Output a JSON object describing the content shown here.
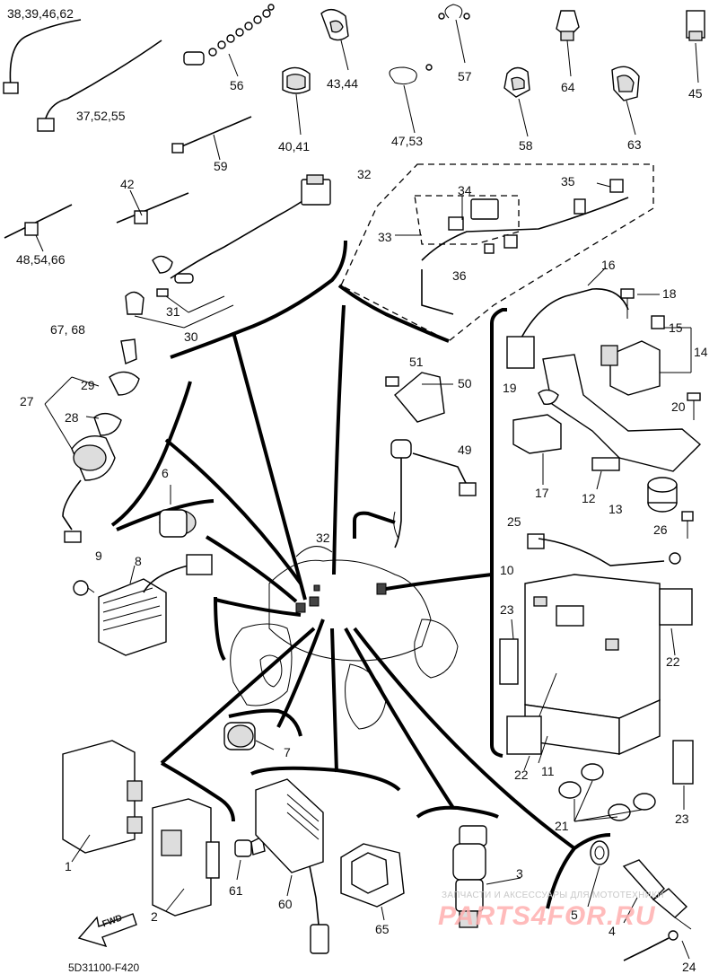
{
  "diagram_code": "5D31100-F420",
  "direction_arrow": "FWD",
  "watermark": {
    "line1": "ЗАПЧАСТИ И АКСЕССУАРЫ ДЛЯ МОТОТЕХНИКИ",
    "line2": "PARTS4FOR.RU"
  },
  "callouts": [
    "38,39,46,62",
    "37,52,55",
    "56",
    "43,44",
    "57",
    "64",
    "45",
    "40,41",
    "47,53",
    "58",
    "63",
    "59",
    "42",
    "48,54,66",
    "32",
    "34",
    "35",
    "33",
    "36",
    "31",
    "30",
    "16",
    "18",
    "15",
    "14",
    "67, 68",
    "29",
    "27",
    "28",
    "51",
    "50",
    "19",
    "20",
    "49",
    "17",
    "12",
    "13",
    "6",
    "26",
    "25",
    "9",
    "8",
    "32",
    "10",
    "23",
    "22",
    "7",
    "22",
    "11",
    "21",
    "23",
    "1",
    "2",
    "61",
    "60",
    "65",
    "3",
    "5",
    "4",
    "24"
  ]
}
